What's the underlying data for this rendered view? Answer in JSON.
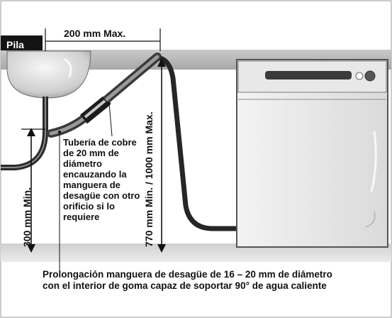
{
  "labels": {
    "sink": "Pila",
    "max_horizontal": "200 mm Max.",
    "min_height": "300 mm Min.",
    "range_height": "770 mm Min. / 1000 mm Max.",
    "pipe_note": "Tubería de cobre de 20 mm de diámetro encauzando la manguera de desagüe con otro orificio si lo requiere",
    "caption_line1": "Prolongación manguera de desagüe de 16 – 20 mm de diámetro",
    "caption_line2": "con el interior de goma capaz de soportar 90° de agua caliente"
  },
  "colors": {
    "counter": "#b7b7b7",
    "floor": "#d4d4d4",
    "hose": "#2a2a2a",
    "pipe": "#5a5a5a",
    "dimension": "#111111",
    "frame": "#9a9a9a"
  }
}
